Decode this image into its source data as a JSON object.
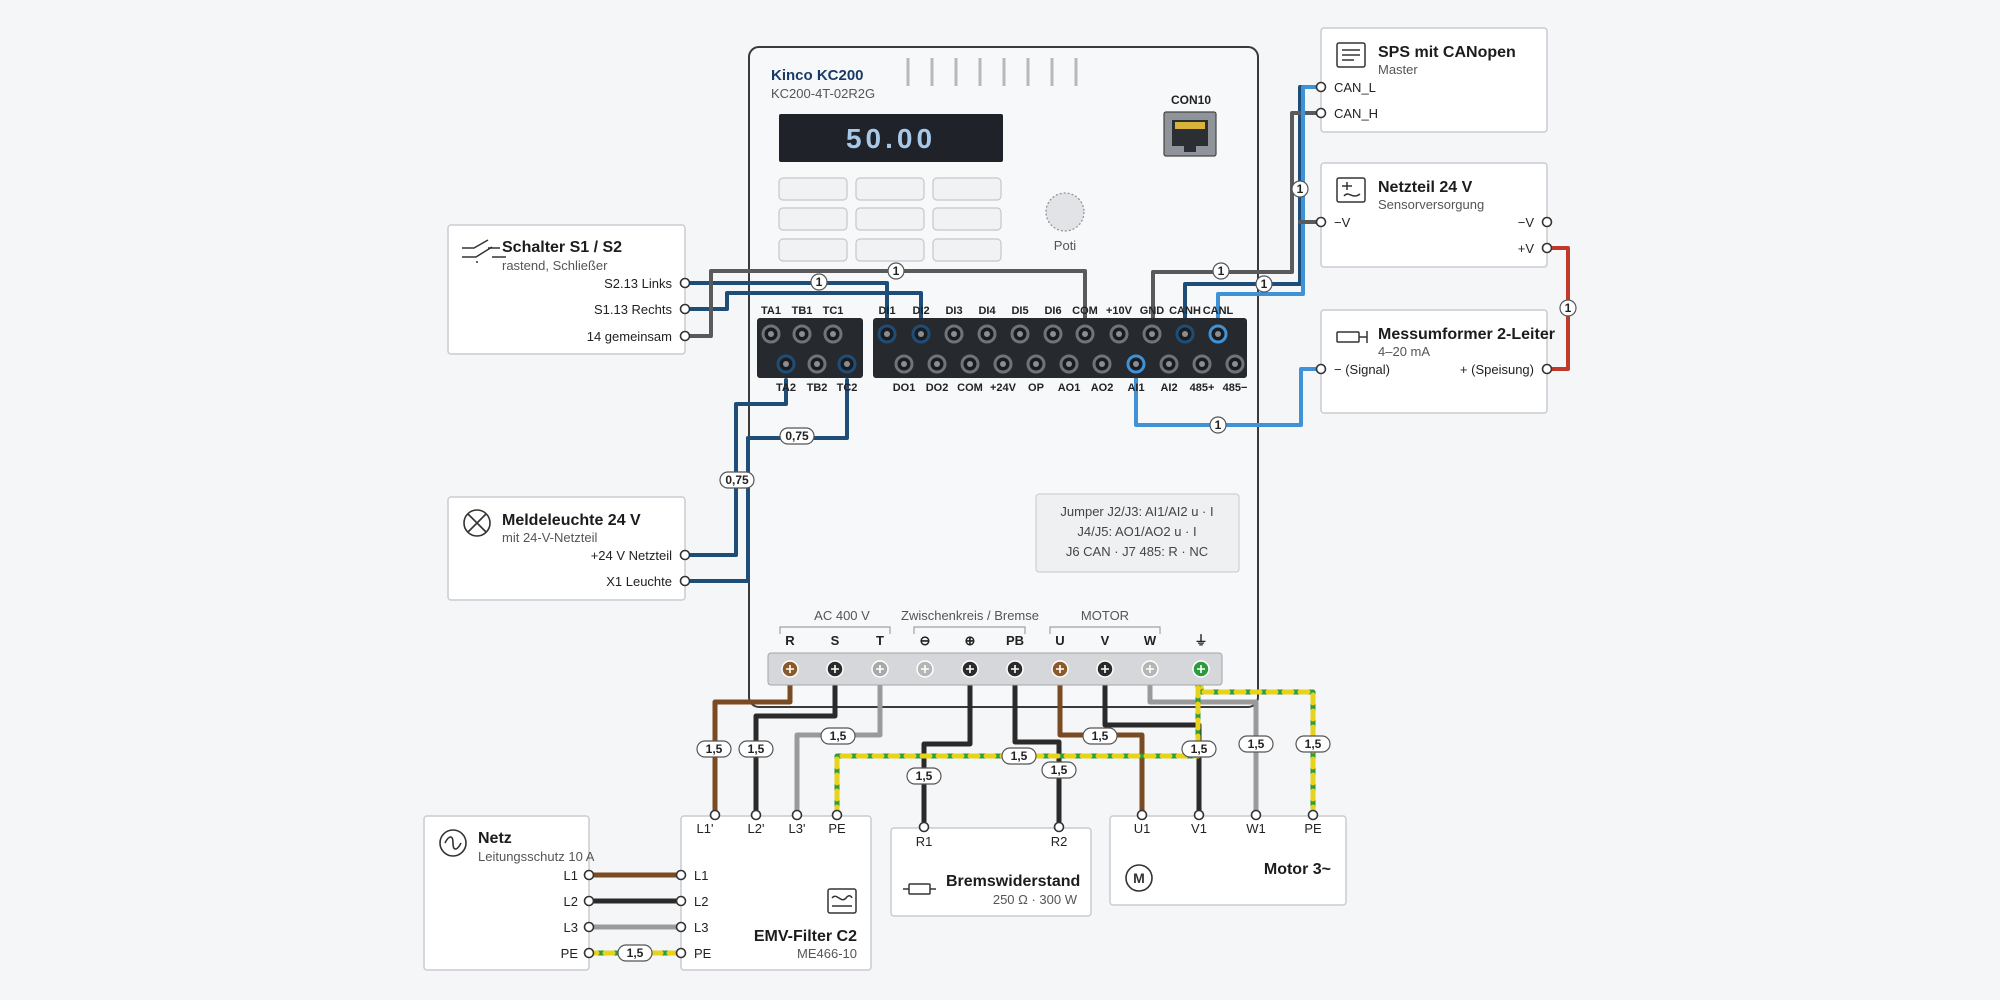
{
  "colors": {
    "blue_dark": "#1e4d78",
    "blue_light": "#3f92d6",
    "gray_dark": "#5a5a5a",
    "gray_light": "#9a9a9a",
    "black": "#2a2a2a",
    "brown": "#7a4a22",
    "red": "#c0392b",
    "pe_green": "#2e9a3c",
    "pe_yellow": "#e8d21a",
    "display_bg": "#1f2228",
    "display_text": "#a8c8e8"
  },
  "drive": {
    "title": "Kinco KC200",
    "model": "KC200-4T-02R2G",
    "display_value": "50.00",
    "con10_label": "CON10",
    "poti_label": "Poti",
    "jumper_notes": [
      "Jumper J2/J3: AI1/AI2 u · I",
      "J4/J5: AO1/AO2 u · I",
      "J6 CAN · J7 485: R · NC"
    ],
    "relay_top_labels": [
      "TA1",
      "TB1",
      "TC1"
    ],
    "relay_bottom_labels": [
      "TA2",
      "TB2",
      "TC2"
    ],
    "io_top_labels": [
      "DI1",
      "DI2",
      "DI3",
      "DI4",
      "DI5",
      "DI6",
      "COM",
      "+10V",
      "GND",
      "CANH",
      "CANL"
    ],
    "io_bottom_labels": [
      "DO1",
      "DO2",
      "COM",
      "+24V",
      "OP",
      "AO1",
      "AO2",
      "AI1",
      "AI2",
      "485+",
      "485−"
    ],
    "power_group_labels": [
      "AC 400 V",
      "Zwischenkreis / Bremse",
      "MOTOR"
    ],
    "power_terminal_labels": [
      "R",
      "S",
      "T",
      "⊖",
      "⊕",
      "PB",
      "U",
      "V",
      "W",
      "⏚"
    ]
  },
  "devices": {
    "switch": {
      "title": "Schalter S1 / S2",
      "subtitle": "rastend, Schließer",
      "pins": [
        "S2.13 Links",
        "S1.13 Rechts",
        "14 gemeinsam"
      ]
    },
    "lamp": {
      "title": "Meldeleuchte 24 V",
      "subtitle": "mit 24-V-Netzteil",
      "pins": [
        "+24 V Netzteil",
        "X1 Leuchte"
      ]
    },
    "sps": {
      "title": "SPS mit CANopen",
      "subtitle": "Master",
      "pins": [
        "CAN_L",
        "CAN_H"
      ]
    },
    "psu": {
      "title": "Netzteil 24 V",
      "subtitle": "Sensorversorgung",
      "pin_left": "−V",
      "pin_right_top": "−V",
      "pin_right_bottom": "+V"
    },
    "transducer": {
      "title": "Messumformer 2-Leiter",
      "subtitle": "4–20 mA",
      "pin_left": "− (Signal)",
      "pin_right": "+ (Speisung)"
    },
    "mains": {
      "title": "Netz",
      "subtitle": "Leitungsschutz 10 A",
      "pins": [
        "L1",
        "L2",
        "L3",
        "PE"
      ]
    },
    "emv": {
      "title": "EMV-Filter C2",
      "subtitle": "ME466-10",
      "in_pins": [
        "L1",
        "L2",
        "L3",
        "PE"
      ],
      "out_pins": [
        "L1'",
        "L2'",
        "L3'",
        "PE"
      ]
    },
    "brake": {
      "title": "Bremswiderstand",
      "subtitle": "250 Ω · 300 W",
      "pins": [
        "R1",
        "R2"
      ]
    },
    "motor": {
      "title": "Motor 3~",
      "icon_letter": "M",
      "pins": [
        "U1",
        "V1",
        "W1",
        "PE"
      ]
    }
  },
  "wire_sizes": {
    "signal": "1",
    "relay": "0,75",
    "power": "1,5"
  }
}
